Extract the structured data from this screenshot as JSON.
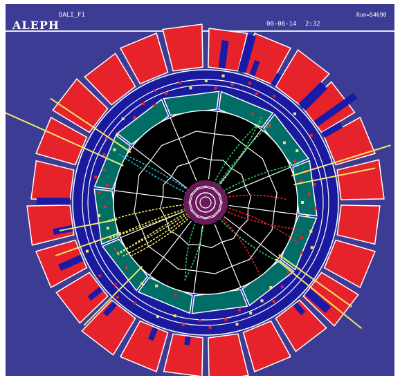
{
  "header": {
    "title": "ALEPH",
    "view": "DALI_F1",
    "date": "00-06-14",
    "time": "2:32",
    "run": "Run=54698"
  },
  "colors": {
    "background": "#3c3c94",
    "inner_tracker": "#000000",
    "ecal": "#006d66",
    "hcal": "#e6232b",
    "coil": "#1a1a9e",
    "outline": "#ffffff",
    "track_yellow": "#f2e86a",
    "track_green": "#1fd05a",
    "track_red": "#e6232b",
    "track_cyan": "#2bb8d6",
    "energy_tower": "#1a1aa8",
    "beam_pipe": "#6a1a5a"
  },
  "icons": [
    "aleph-event-display"
  ]
}
